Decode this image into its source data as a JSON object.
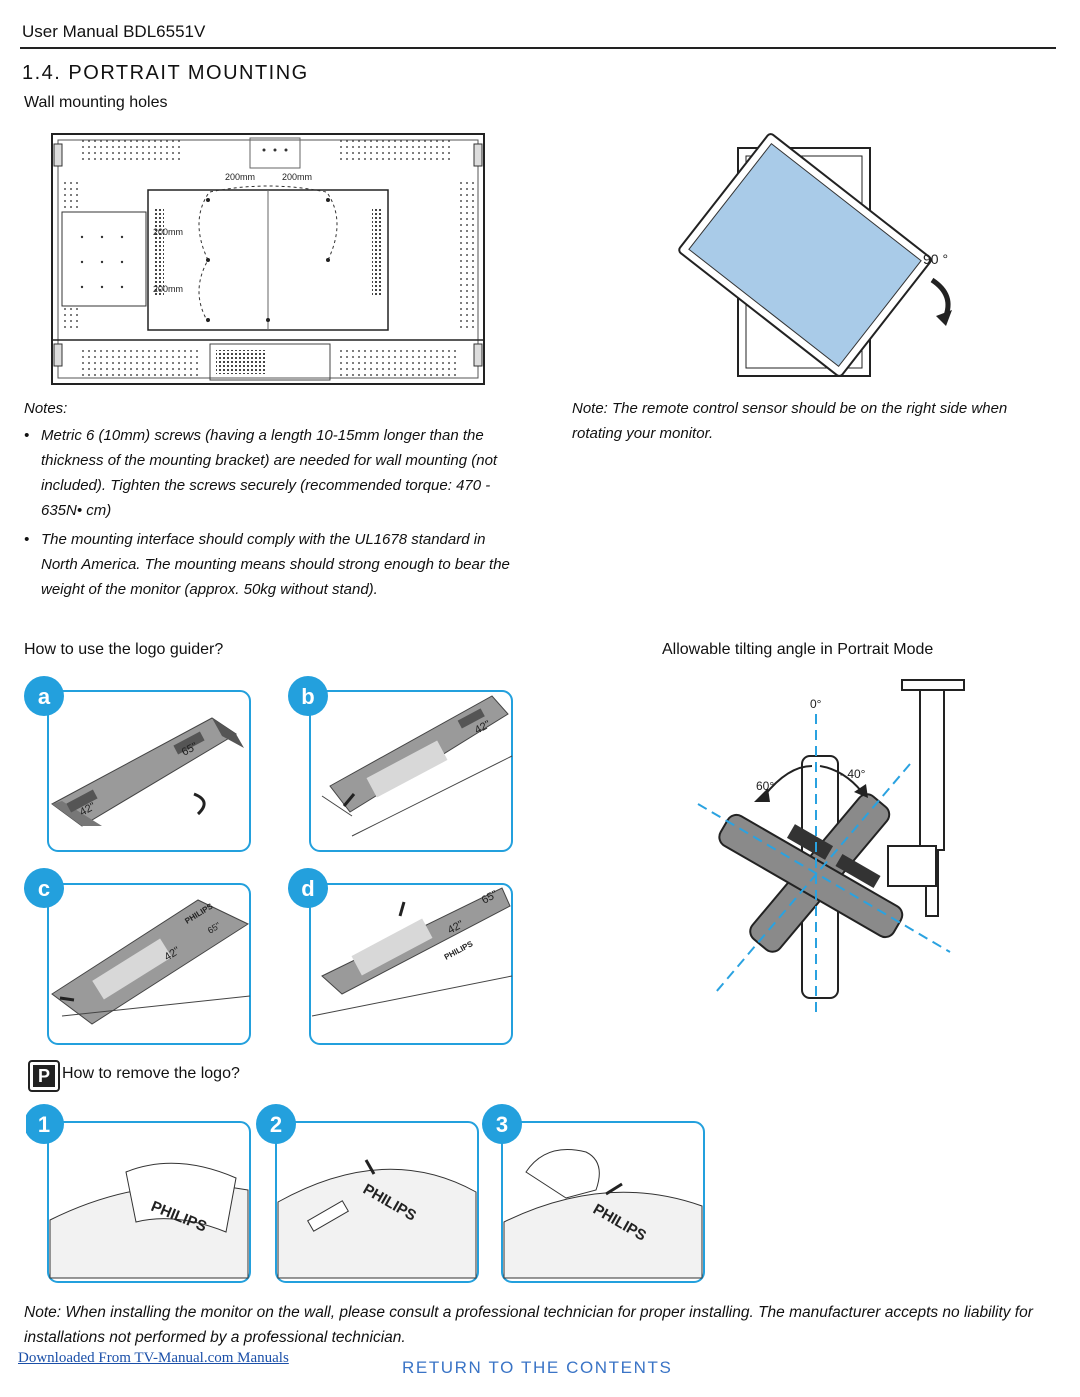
{
  "header": {
    "title": "User Manual BDL6551V"
  },
  "section": {
    "title": "1.4.   PORTRAIT MOUNTING"
  },
  "wall": {
    "subtitle": "Wall mounting holes",
    "dim_h1": "200mm",
    "dim_h2": "200mm",
    "dim_v1": "200mm",
    "dim_v2": "200mm"
  },
  "rotation": {
    "angle_label": "90 °"
  },
  "notes": {
    "heading": "Notes:",
    "bullets": [
      "Metric 6 (10mm) screws (having a length 10-15mm longer than the thickness of the mounting bracket) are needed for wall mounting (not included). Tighten the screws securely (recommended torque: 470 - 635N• cm)",
      "The mounting interface should comply with the UL1678 standard in North America. The mounting means should strong enough to bear the weight of the monitor (approx. 50kg without stand)."
    ]
  },
  "remote_note": "Note: The remote control sensor should be on the right side when rotating your monitor.",
  "logo_guider": {
    "title": "How to use the logo guider?",
    "steps": [
      "a",
      "b",
      "c",
      "d"
    ],
    "size_42": "42\"",
    "size_65": "65\"",
    "brand": "PHILIPS"
  },
  "tilt": {
    "title": "Allowable tilting angle in Portrait Mode",
    "angle_0": "0°",
    "angle_60": "60°",
    "angle_m40": "- 40°"
  },
  "remove_logo": {
    "title": "How to remove the logo?",
    "icon_letter": "P",
    "steps": [
      "1",
      "2",
      "3"
    ],
    "brand": "PHILIPS"
  },
  "footer": {
    "note": "Note: When installing the monitor on the wall, please consult a professional technician for proper installing. The manufacturer accepts no liability for installations not performed by a professional technician.",
    "download_link": "Downloaded From TV-Manual.com Manuals",
    "return_link": "RETURN TO THE CONTENTS"
  },
  "colors": {
    "accent_blue": "#23a0dd",
    "link_blue": "#3a74c6",
    "screen_blue": "#a9cbe8"
  }
}
